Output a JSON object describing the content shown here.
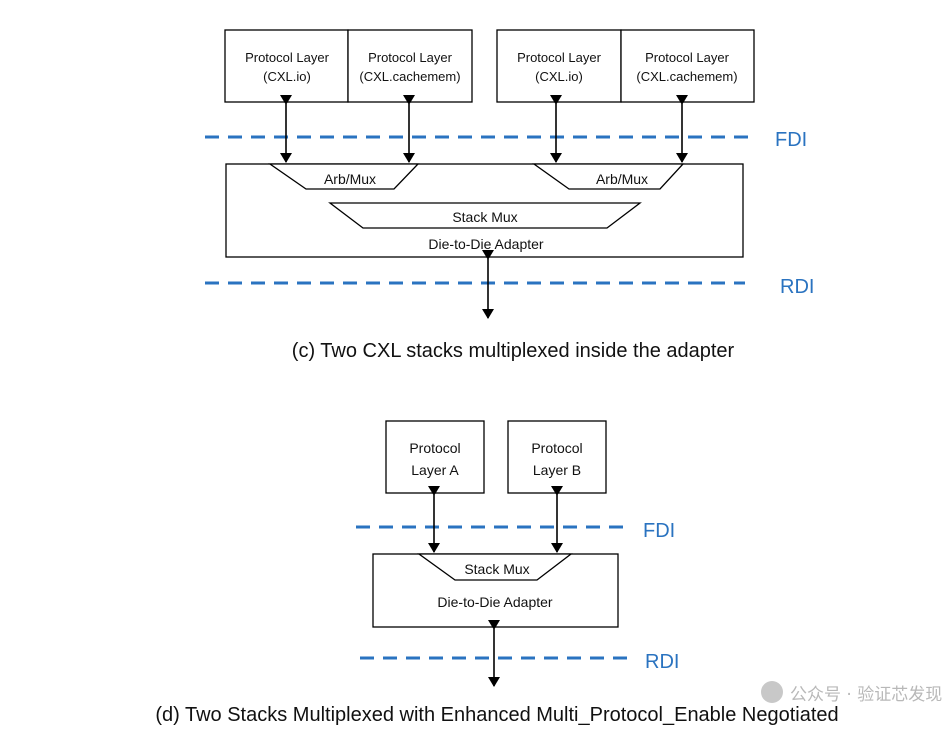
{
  "diagram_c": {
    "stack1": {
      "left_box": {
        "line1": "Protocol Layer",
        "line2": "(CXL.io)"
      },
      "right_box": {
        "line1": "Protocol Layer",
        "line2": "(CXL.cachemem)"
      },
      "arb_mux": "Arb/Mux"
    },
    "stack2": {
      "left_box": {
        "line1": "Protocol Layer",
        "line2": "(CXL.io)"
      },
      "right_box": {
        "line1": "Protocol Layer",
        "line2": "(CXL.cachemem)"
      },
      "arb_mux": "Arb/Mux"
    },
    "stack_mux": "Stack Mux",
    "adapter": "Die-to-Die Adapter",
    "fdi_label": "FDI",
    "rdi_label": "RDI",
    "caption": "(c) Two CXL stacks multiplexed inside the adapter"
  },
  "diagram_d": {
    "box_a": {
      "line1": "Protocol",
      "line2": "Layer A"
    },
    "box_b": {
      "line1": "Protocol",
      "line2": "Layer B"
    },
    "stack_mux": "Stack Mux",
    "adapter": "Die-to-Die Adapter",
    "fdi_label": "FDI",
    "rdi_label": "RDI",
    "caption": "(d) Two Stacks Multiplexed with Enhanced Multi_Protocol_Enable Negotiated"
  },
  "watermark": "公众号 · 验证芯发现",
  "colors": {
    "interface_line": "#2a73c0",
    "stroke": "#000000"
  }
}
